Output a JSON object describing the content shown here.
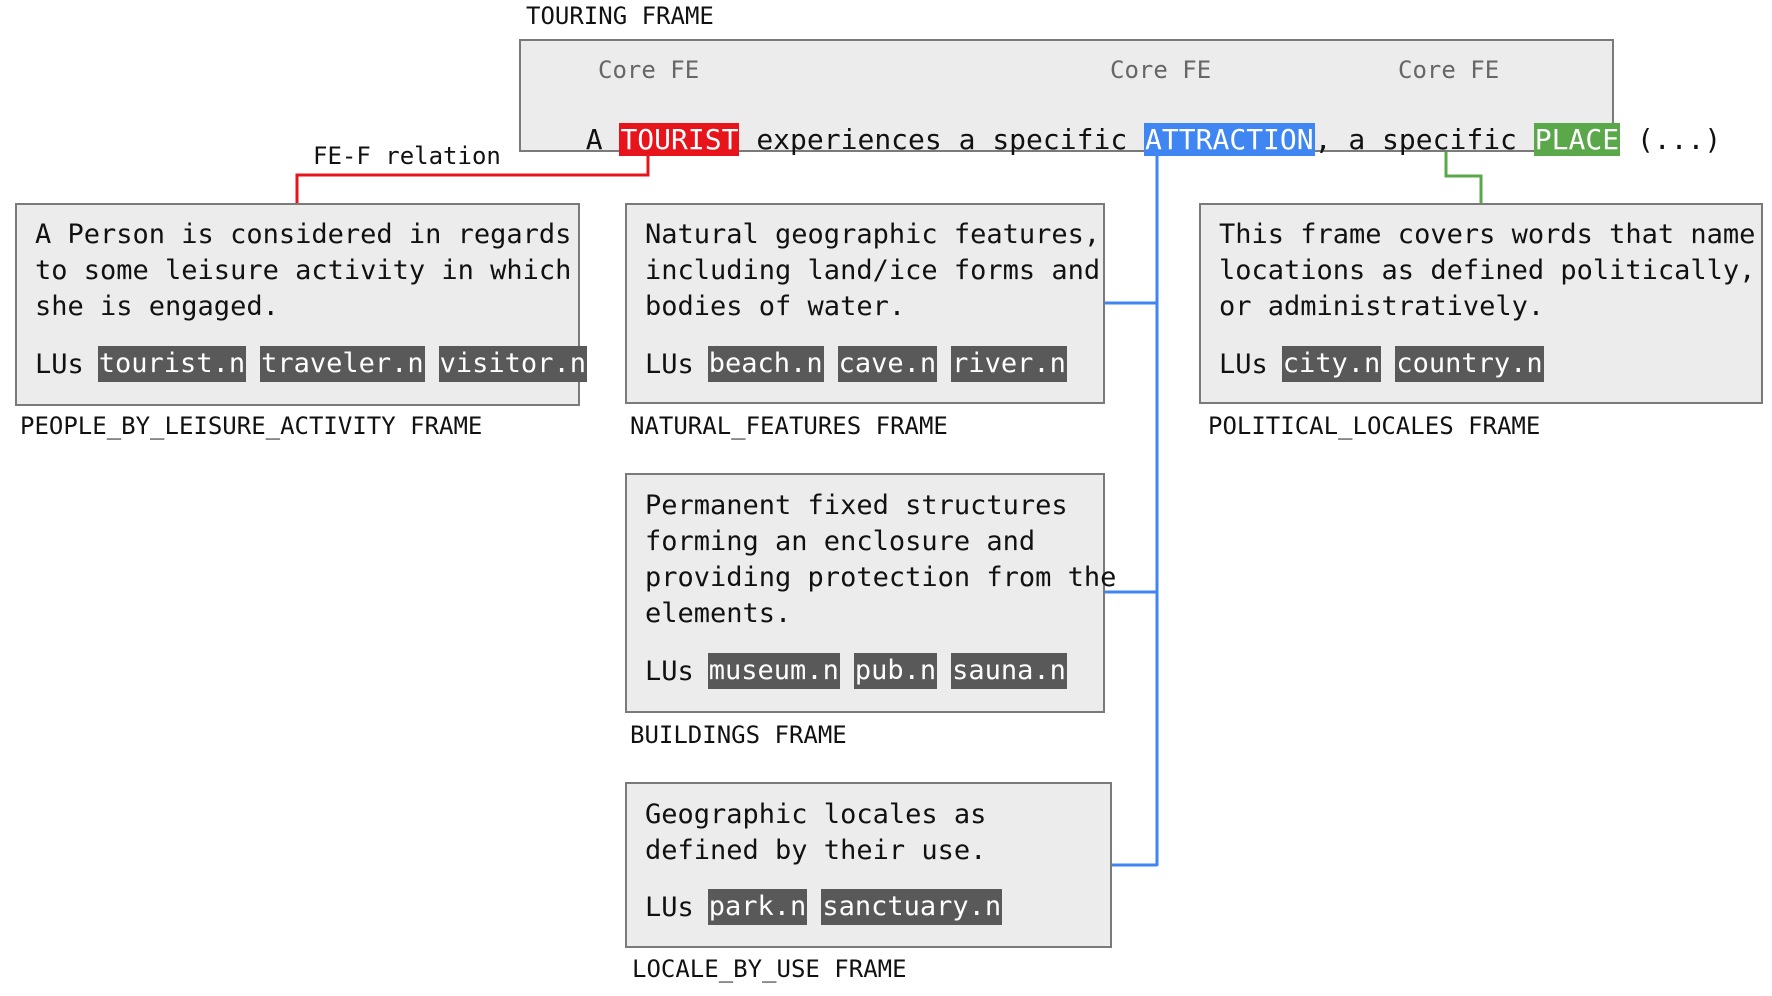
{
  "touring": {
    "caption": "TOURING FRAME",
    "core_label": "Core FE",
    "sentence": {
      "a": "A",
      "tourist": "TOURIST",
      "mid1": "experiences a specific",
      "attraction": "ATTRACTION",
      "mid2": ", a specific",
      "place": "PLACE",
      "tail": "(...)"
    }
  },
  "relation_label": "FE-F relation",
  "lus_label": "LUs",
  "colors": {
    "tourist": "#e8141c",
    "attraction": "#3f86f2",
    "place": "#5aa84a",
    "lu_bg": "#595959",
    "box_bg": "#ececec"
  },
  "frames": {
    "people": {
      "caption": "PEOPLE_BY_LEISURE_ACTIVITY FRAME",
      "description": "A Person is considered in regards\nto some leisure activity in which\nshe is engaged.",
      "lus": [
        "tourist.n",
        "traveler.n",
        "visitor.n"
      ]
    },
    "natural": {
      "caption": "NATURAL_FEATURES FRAME",
      "description": "Natural geographic features,\nincluding land/ice forms and\nbodies of water.",
      "lus": [
        "beach.n",
        "cave.n",
        "river.n"
      ]
    },
    "political": {
      "caption": "POLITICAL_LOCALES FRAME",
      "description": "This frame covers words that name\nlocations as defined politically,\nor administratively.",
      "lus": [
        "city.n",
        "country.n"
      ]
    },
    "buildings": {
      "caption": "BUILDINGS FRAME",
      "description": "Permanent fixed structures\nforming an enclosure and\nproviding protection from the\nelements.",
      "lus": [
        "museum.n",
        "pub.n",
        "sauna.n"
      ]
    },
    "locale": {
      "caption": "LOCALE_BY_USE FRAME",
      "description": "Geographic locales as\ndefined by their use.",
      "lus": [
        "park.n",
        "sanctuary.n"
      ]
    }
  }
}
